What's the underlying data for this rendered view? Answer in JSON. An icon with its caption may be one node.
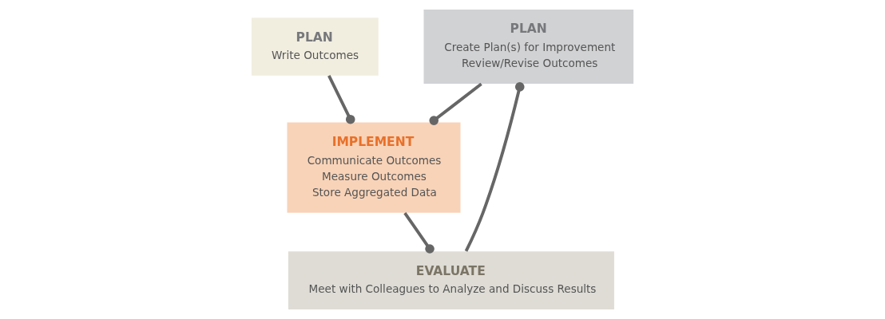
{
  "diagram": {
    "nodes": [
      {
        "text": [
          "PLAN",
          "Create Plan(s) for Improvement",
          "Review/Revise Outcomes"
        ]
      },
      {
        "text": [
          "PLAN",
          "Write Outcomes"
        ]
      },
      {
        "text": [
          "IMPLEMENT",
          "Communicate Outcomes",
          "Measure Outcomes",
          "Store Aggregated Data"
        ]
      },
      {
        "text": [
          "EVALUATE",
          "Meet with Colleagues to Analyze and Discuss Results"
        ]
      }
    ],
    "edges": [
      {
        "from": 3,
        "to": 0,
        "arrow": "other"
      },
      {
        "from": 0,
        "to": 2,
        "arrow": "other"
      },
      {
        "from": 1,
        "to": 2,
        "arrow": "other"
      },
      {
        "from": 2,
        "to": 3,
        "arrow": "other"
      }
    ]
  }
}
